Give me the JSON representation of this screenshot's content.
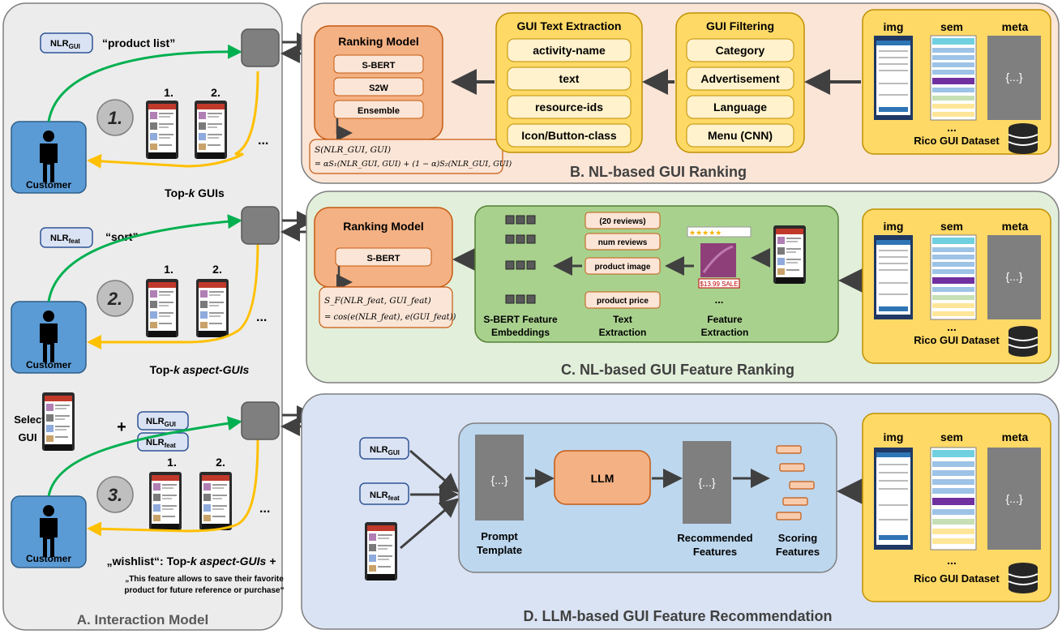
{
  "panels": {
    "a_title": "A. Interaction Model",
    "b_title": "B. NL-based GUI Ranking",
    "c_title": "C. NL-based GUI Feature Ranking",
    "d_title": "D. LLM-based GUI Feature Recommendation"
  },
  "interaction": {
    "queries": [
      {
        "nlr_base": "NLR",
        "nlr_sub": "GUI",
        "text": "“product list”"
      },
      {
        "nlr_base": "NLR",
        "nlr_sub": "feat",
        "text": "“sort”"
      }
    ],
    "steps": [
      "1.",
      "2.",
      "3."
    ],
    "customer_label": "Customer",
    "result_captions": {
      "top_k_1": "Top-",
      "top_k_k": "k",
      "top_k_rest1": " GUIs",
      "top_k_rest2": " aspect-GUIs",
      "wishlist_prefix": "„wishlist“: Top-",
      "wishlist_rest": " aspect-GUIs +",
      "wishlist_quote_1": "„This feature allows to save their favorite",
      "wishlist_quote_2": "product for future reference or purchase“"
    },
    "selected_gui_1": "Selected",
    "selected_gui_2": "GUI",
    "plus": "+",
    "rank_numbers": [
      "1.",
      "2."
    ],
    "ellipsis": "..."
  },
  "b": {
    "ranking_title": "Ranking Model",
    "models": [
      "S-BERT",
      "S2W",
      "Ensemble"
    ],
    "formula_1": "S(NLR_GUI, GUI)",
    "formula_2": "= αS₁(NLR_GUI, GUI) + (1 − α)S₂(NLR_GUI, GUI)",
    "text_extraction_title": "GUI Text Extraction",
    "text_items": [
      "activity-name",
      "text",
      "resource-ids",
      "Icon/Button-class"
    ],
    "filtering_title": "GUI Filtering",
    "filter_items": [
      "Category",
      "Advertisement",
      "Language",
      "Menu (CNN)"
    ]
  },
  "dataset": {
    "headers": [
      "img",
      "sem",
      "meta"
    ],
    "meta_placeholder": "{...}",
    "ellipsis": "...",
    "caption": "Rico GUI Dataset"
  },
  "c": {
    "ranking_title": "Ranking Model",
    "model": "S-BERT",
    "formula_1": "S_F(NLR_feat, GUI_feat)",
    "formula_2": "= cos(e(NLR_feat), e(GUI_feat))",
    "text_items": [
      "(20 reviews)",
      "num reviews",
      "product image",
      "product price"
    ],
    "price_tag": "$13.99 SALE",
    "stars": "★★★★★",
    "ellipsis": "...",
    "labels": {
      "embeddings_1": "S-BERT Feature",
      "embeddings_2": "Embeddings",
      "text_1": "Text",
      "text_2": "Extraction",
      "feature_1": "Feature",
      "feature_2": "Extraction"
    }
  },
  "d": {
    "inputs": [
      {
        "base": "NLR",
        "sub": "GUI"
      },
      {
        "base": "NLR",
        "sub": "feat"
      }
    ],
    "prompt_placeholder": "{...}",
    "prompt_label_1": "Prompt",
    "prompt_label_2": "Template",
    "llm": "LLM",
    "rec_placeholder": "{...}",
    "rec_label_1": "Recommended",
    "rec_label_2": "Features",
    "scoring_label_1": "Scoring",
    "scoring_label_2": "Features"
  },
  "colors": {
    "panel_a": "#ececec",
    "panel_b": "#fbe5d6",
    "panel_c": "#e2efda",
    "panel_d": "#dae3f3",
    "orange": "#f4b183",
    "yellow": "#ffd966",
    "customer": "#5b9bd5",
    "green_arrow": "#00b050",
    "yellow_arrow": "#ffc000",
    "dark": "#404040"
  }
}
